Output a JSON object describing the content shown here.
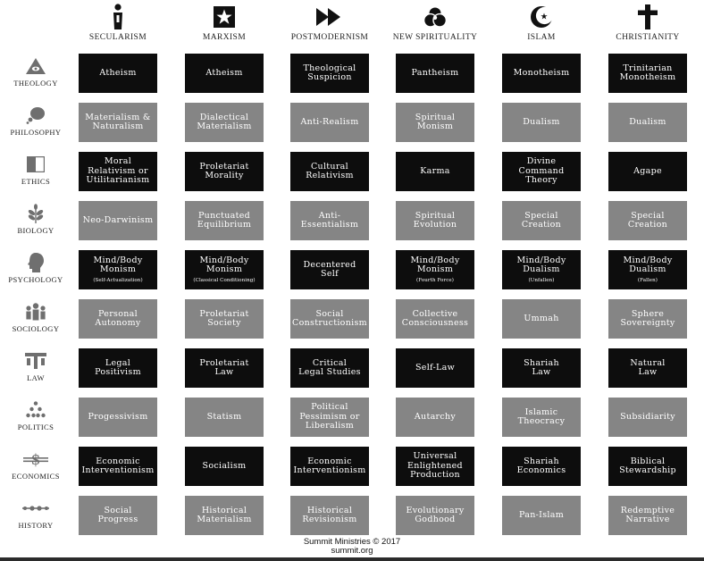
{
  "columns": [
    {
      "key": "secularism",
      "label": "SECULARISM",
      "icon": "secularism-icon"
    },
    {
      "key": "marxism",
      "label": "MARXISM",
      "icon": "star-icon"
    },
    {
      "key": "postmodernism",
      "label": "POSTMODERNISM",
      "icon": "double-arrow-icon"
    },
    {
      "key": "new-spirituality",
      "label": "NEW SPIRITUALITY",
      "icon": "three-circles-icon"
    },
    {
      "key": "islam",
      "label": "ISLAM",
      "icon": "crescent-star-icon"
    },
    {
      "key": "christianity",
      "label": "CHRISTIANITY",
      "icon": "cross-icon"
    }
  ],
  "rows": [
    {
      "key": "theology",
      "label": "THEOLOGY",
      "icon": "eye-triangle-icon"
    },
    {
      "key": "philosophy",
      "label": "PHILOSOPHY",
      "icon": "thought-bubble-icon"
    },
    {
      "key": "ethics",
      "label": "ETHICS",
      "icon": "half-square-icon"
    },
    {
      "key": "biology",
      "label": "BIOLOGY",
      "icon": "sprout-icon"
    },
    {
      "key": "psychology",
      "label": "PSYCHOLOGY",
      "icon": "head-icon"
    },
    {
      "key": "sociology",
      "label": "SOCIOLOGY",
      "icon": "people-icon"
    },
    {
      "key": "law",
      "label": "LAW",
      "icon": "gavel-icon"
    },
    {
      "key": "politics",
      "label": "POLITICS",
      "icon": "crowd-icon"
    },
    {
      "key": "economics",
      "label": "ECONOMICS",
      "icon": "currency-icon"
    },
    {
      "key": "history",
      "label": "HISTORY",
      "icon": "timeline-icon"
    }
  ],
  "cells": [
    [
      {
        "text": "Atheism",
        "style": "dark"
      },
      {
        "text": "Atheism",
        "style": "dark"
      },
      {
        "text": "Theological\nSuspicion",
        "style": "dark"
      },
      {
        "text": "Pantheism",
        "style": "dark"
      },
      {
        "text": "Monotheism",
        "style": "dark"
      },
      {
        "text": "Trinitarian\nMonotheism",
        "style": "dark"
      }
    ],
    [
      {
        "text": "Materialism &\nNaturalism",
        "style": "gray"
      },
      {
        "text": "Dialectical\nMaterialism",
        "style": "gray"
      },
      {
        "text": "Anti-Realism",
        "style": "gray"
      },
      {
        "text": "Spiritual\nMonism",
        "style": "gray"
      },
      {
        "text": "Dualism",
        "style": "gray"
      },
      {
        "text": "Dualism",
        "style": "gray"
      }
    ],
    [
      {
        "text": "Moral\nRelativism or\nUtilitarianism",
        "style": "dark"
      },
      {
        "text": "Proletariat\nMorality",
        "style": "dark"
      },
      {
        "text": "Cultural\nRelativism",
        "style": "dark"
      },
      {
        "text": "Karma",
        "style": "dark"
      },
      {
        "text": "Divine\nCommand\nTheory",
        "style": "dark"
      },
      {
        "text": "Agape",
        "style": "dark"
      }
    ],
    [
      {
        "text": "Neo-Darwinism",
        "style": "gray"
      },
      {
        "text": "Punctuated\nEquilibrium",
        "style": "gray"
      },
      {
        "text": "Anti-\nEssentialism",
        "style": "gray"
      },
      {
        "text": "Spiritual\nEvolution",
        "style": "gray"
      },
      {
        "text": "Special\nCreation",
        "style": "gray"
      },
      {
        "text": "Special\nCreation",
        "style": "gray"
      }
    ],
    [
      {
        "text": "Mind/Body\nMonism",
        "sub": "(Self-Actualization)",
        "style": "dark"
      },
      {
        "text": "Mind/Body\nMonism",
        "sub": "(Classical Conditioning)",
        "style": "dark"
      },
      {
        "text": "Decentered\nSelf",
        "style": "dark"
      },
      {
        "text": "Mind/Body\nMonism",
        "sub": "(Fourth Force)",
        "style": "dark"
      },
      {
        "text": "Mind/Body\nDualism",
        "sub": "(Unfallen)",
        "style": "dark"
      },
      {
        "text": "Mind/Body\nDualism",
        "sub": "(Fallen)",
        "style": "dark"
      }
    ],
    [
      {
        "text": "Personal\nAutonomy",
        "style": "gray"
      },
      {
        "text": "Proletariat\nSociety",
        "style": "gray"
      },
      {
        "text": "Social\nConstructionism",
        "style": "gray"
      },
      {
        "text": "Collective\nConsciousness",
        "style": "gray"
      },
      {
        "text": "Ummah",
        "style": "gray"
      },
      {
        "text": "Sphere\nSovereignty",
        "style": "gray"
      }
    ],
    [
      {
        "text": "Legal\nPositivism",
        "style": "dark"
      },
      {
        "text": "Proletariat\nLaw",
        "style": "dark"
      },
      {
        "text": "Critical\nLegal Studies",
        "style": "dark"
      },
      {
        "text": "Self-Law",
        "style": "dark"
      },
      {
        "text": "Shariah\nLaw",
        "style": "dark"
      },
      {
        "text": "Natural\nLaw",
        "style": "dark"
      }
    ],
    [
      {
        "text": "Progessivism",
        "style": "gray"
      },
      {
        "text": "Statism",
        "style": "gray"
      },
      {
        "text": "Political\nPessimism or\nLiberalism",
        "style": "gray"
      },
      {
        "text": "Autarchy",
        "style": "gray"
      },
      {
        "text": "Islamic\nTheocracy",
        "style": "gray"
      },
      {
        "text": "Subsidiarity",
        "style": "gray"
      }
    ],
    [
      {
        "text": "Economic\nInterventionism",
        "style": "dark"
      },
      {
        "text": "Socialism",
        "style": "dark"
      },
      {
        "text": "Economic\nInterventionism",
        "style": "dark"
      },
      {
        "text": "Universal\nEnlightened\nProduction",
        "style": "dark"
      },
      {
        "text": "Shariah\nEconomics",
        "style": "dark"
      },
      {
        "text": "Biblical\nStewardship",
        "style": "dark"
      }
    ],
    [
      {
        "text": "Social\nProgress",
        "style": "gray"
      },
      {
        "text": "Historical\nMaterialism",
        "style": "gray"
      },
      {
        "text": "Historical\nRevisionism",
        "style": "gray"
      },
      {
        "text": "Evolutionary\nGodhood",
        "style": "gray"
      },
      {
        "text": "Pan-Islam",
        "style": "gray"
      },
      {
        "text": "Redemptive\nNarrative",
        "style": "gray"
      }
    ]
  ],
  "footer": {
    "line1": "Summit Ministries © 2017",
    "line2": "summit.org"
  },
  "colors": {
    "dark": "#0d0d0d",
    "gray": "#858585"
  }
}
